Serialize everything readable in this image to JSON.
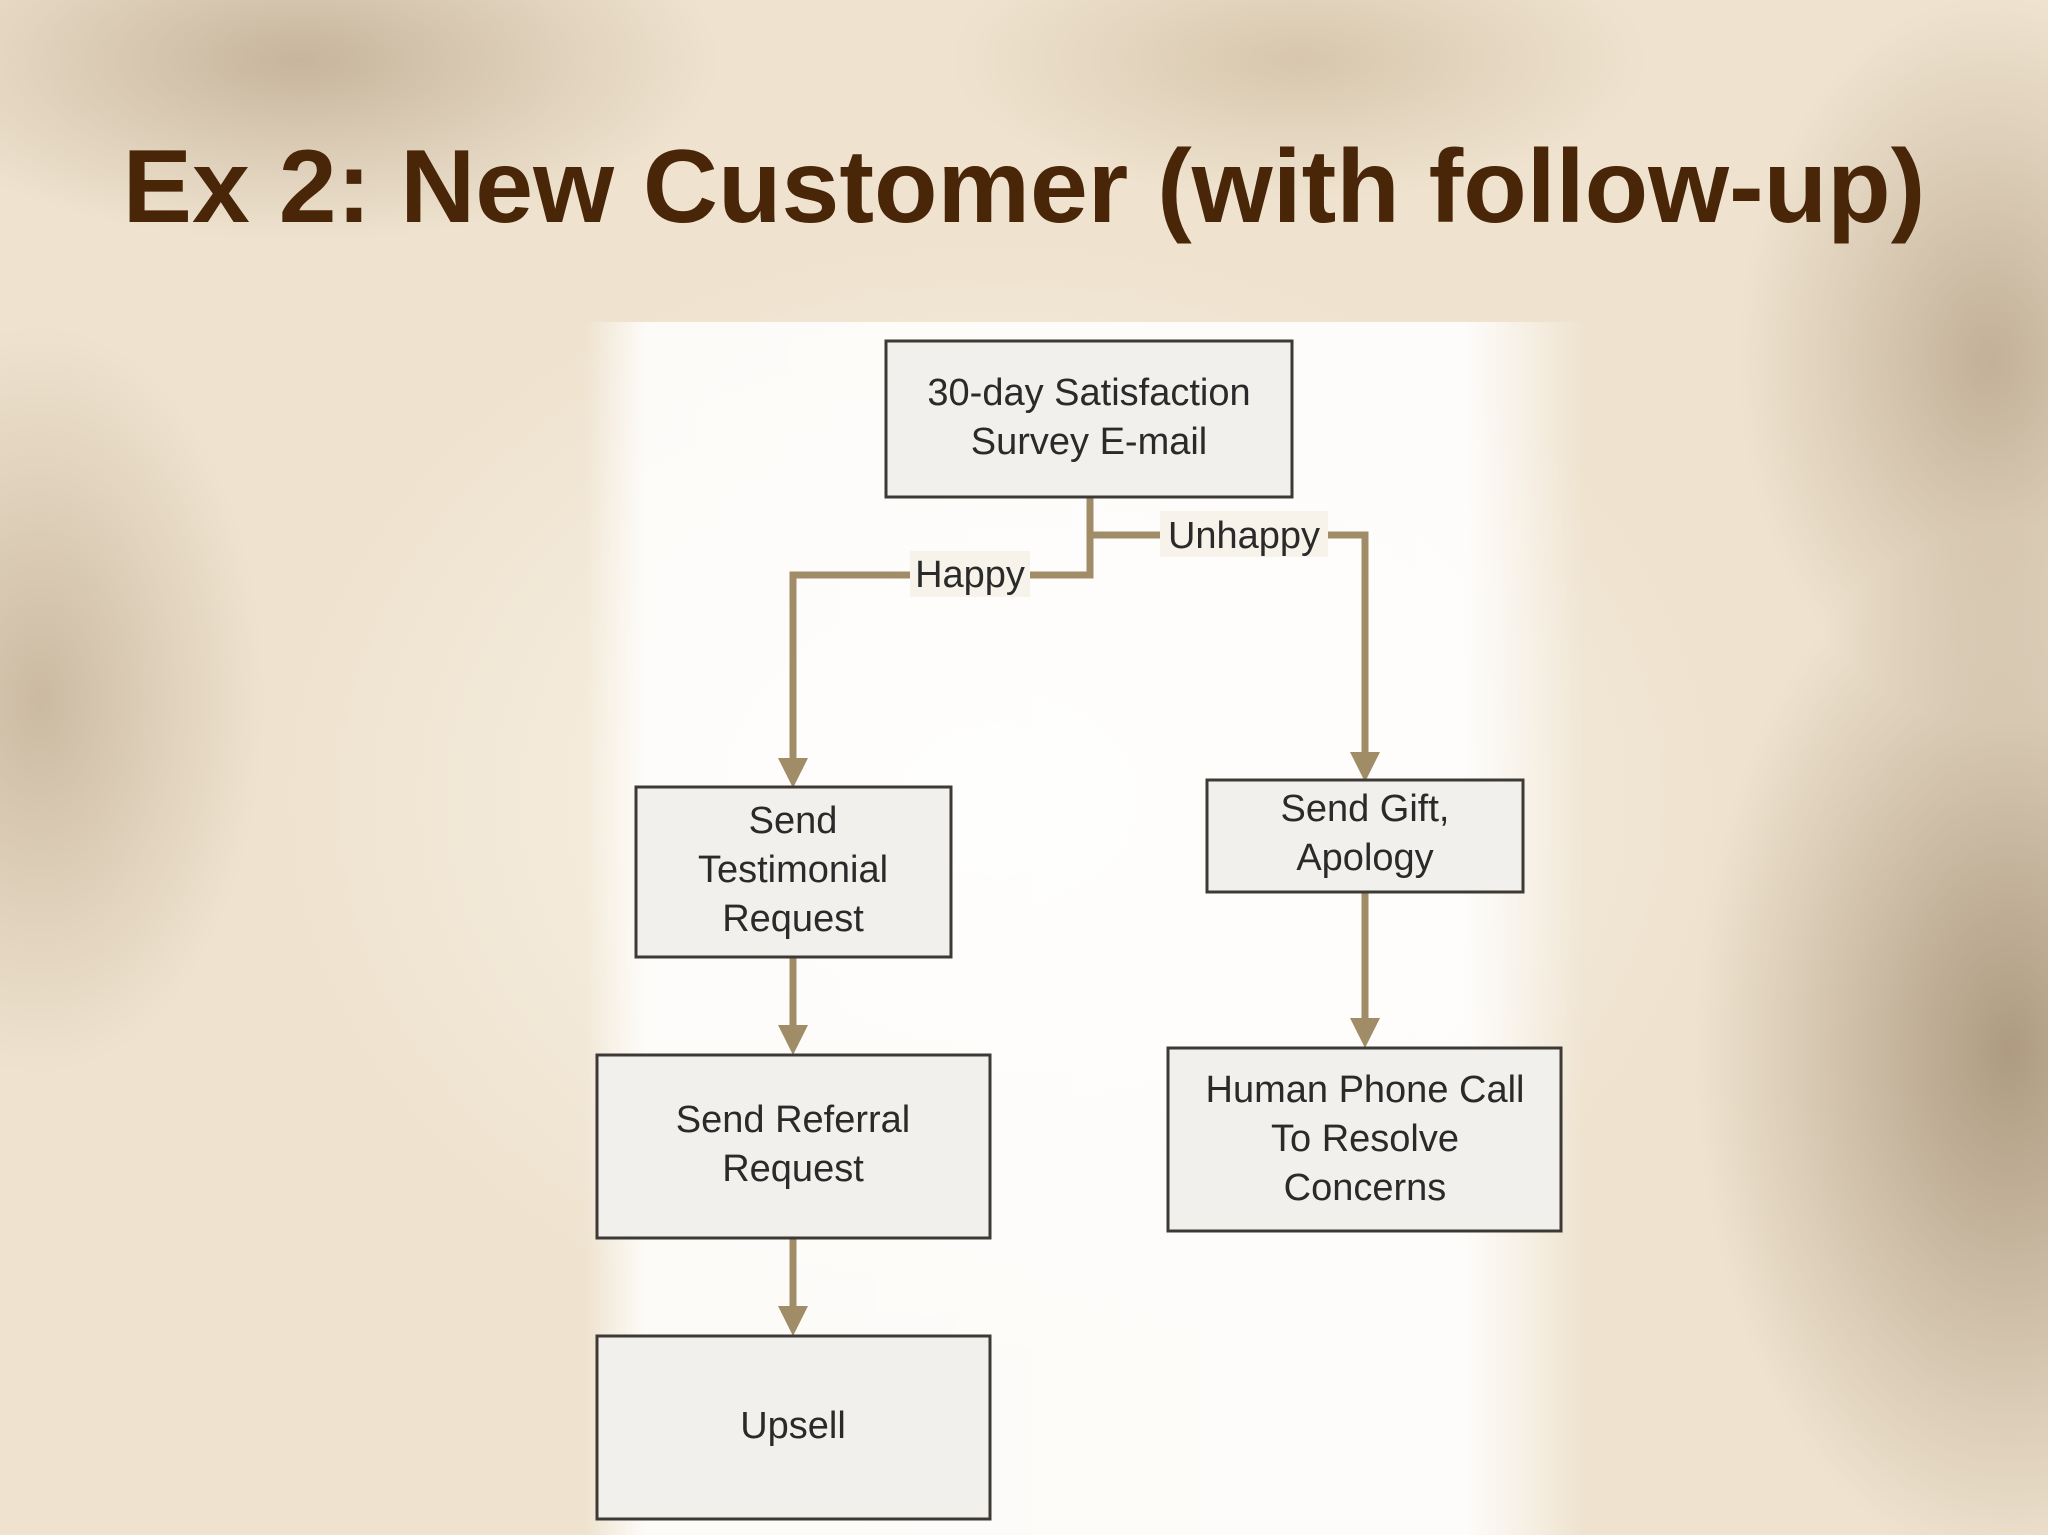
{
  "slide": {
    "title": "Ex 2:  New Customer (with follow-up)"
  },
  "colors": {
    "title": "#4a2608",
    "edge": "#a08d68",
    "node_fill": "#f2f0ec",
    "node_stroke": "#3d3a35"
  },
  "nodes": {
    "survey": {
      "line1": "30-day Satisfaction",
      "line2": "Survey E-mail"
    },
    "testimonial": {
      "line1": "Send",
      "line2": "Testimonial",
      "line3": "Request"
    },
    "referral": {
      "line1": "Send Referral",
      "line2": "Request"
    },
    "upsell": {
      "line1": "Upsell"
    },
    "gift": {
      "line1": "Send Gift,",
      "line2": "Apology"
    },
    "phone": {
      "line1": "Human Phone Call",
      "line2": "To Resolve",
      "line3": "Concerns"
    }
  },
  "edges": {
    "happy": {
      "label": "Happy"
    },
    "unhappy": {
      "label": "Unhappy"
    }
  }
}
